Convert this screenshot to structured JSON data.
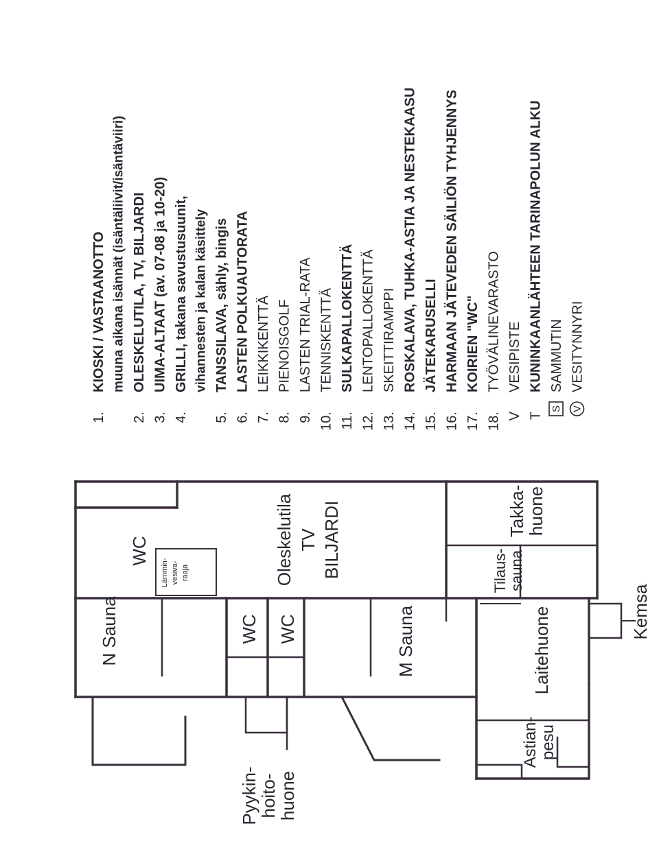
{
  "legend": {
    "items": [
      {
        "num": "1.",
        "lines": [
          "KIOSKI / VASTAANOTTO",
          "muuna aikana isännät (isäntäliivit/isäntäviiri)"
        ],
        "bold": true
      },
      {
        "num": "2.",
        "lines": [
          "OLESKELUTILA, TV, BILJARDI"
        ],
        "bold": true
      },
      {
        "num": "3.",
        "lines": [
          "UIMA-ALTAAT (av. 07-08 ja 10-20)"
        ],
        "bold": true
      },
      {
        "num": "4.",
        "lines": [
          "GRILLI, takana savustusuunit,",
          "vihannesten ja kalan käsittely"
        ],
        "bold": true
      },
      {
        "num": "5.",
        "lines": [
          "TANSSILAVA, sähly, bingis"
        ],
        "bold": true
      },
      {
        "num": "6.",
        "lines": [
          "LASTEN POLKUAUTORATA"
        ],
        "bold": true
      },
      {
        "num": "7.",
        "lines": [
          "LEIKKIKENTTÄ"
        ],
        "bold": false
      },
      {
        "num": "8.",
        "lines": [
          "PIENOISGOLF"
        ],
        "bold": false
      },
      {
        "num": "9.",
        "lines": [
          "LASTEN TRIAL-RATA"
        ],
        "bold": false
      },
      {
        "num": "10.",
        "lines": [
          "TENNISKENTTÄ"
        ],
        "bold": false
      },
      {
        "num": "11.",
        "lines": [
          "SULKAPALLOKENTTÄ"
        ],
        "bold": true
      },
      {
        "num": "12.",
        "lines": [
          "LENTOPALLOKENTTÄ"
        ],
        "bold": false
      },
      {
        "num": "13.",
        "lines": [
          "SKEITTIRAMPPI"
        ],
        "bold": false
      },
      {
        "num": "14.",
        "lines": [
          "ROSKALAVA, TUHKA-ASTIA JA NESTEKAASU"
        ],
        "bold": true
      },
      {
        "num": "15.",
        "lines": [
          "JÄTEKARUSELLI"
        ],
        "bold": true
      },
      {
        "num": "16.",
        "lines": [
          "HARMAAN JÄTEVEDEN SÄILIÖN TYHJENNYS"
        ],
        "bold": true
      },
      {
        "num": "17.",
        "lines": [
          "KOIRIEN \"WC\""
        ],
        "bold": true
      },
      {
        "num": "18.",
        "lines": [
          "TYÖVÄLINEVARASTO"
        ],
        "bold": false
      },
      {
        "num": "V",
        "lines": [
          "VESIPISTE"
        ],
        "bold": false
      },
      {
        "num": "T",
        "lines": [
          "KUNINKAANLÄHTEEN TARINAPOLUN ALKU"
        ],
        "bold": true
      },
      {
        "num": "S",
        "lines": [
          "SAMMUTIN"
        ],
        "bold": false,
        "symbol": "boxed"
      },
      {
        "num": "V",
        "lines": [
          "VESITYNNYRI"
        ],
        "bold": false,
        "symbol": "circled"
      }
    ]
  },
  "floorplan": {
    "wc_top": "WC",
    "lammin": [
      "Lämmin-",
      "vesiva-",
      "raaja"
    ],
    "oleskelutila": [
      "Oleskelutila",
      "TV",
      "BILJARDI"
    ],
    "n_sauna": "N Sauna",
    "wc_left": "WC",
    "wc_right": "WC",
    "m_sauna": "M Sauna",
    "tilaus": [
      "Tilaus-",
      "sauna"
    ],
    "takka": [
      "Takka-",
      "huone"
    ],
    "laitehuone": "Laitehuone",
    "kemsa": "Kemsa",
    "pyykin": [
      "Pyykin-",
      "hoito-",
      "huone"
    ],
    "astian": [
      "Astian-",
      "pesu"
    ]
  }
}
